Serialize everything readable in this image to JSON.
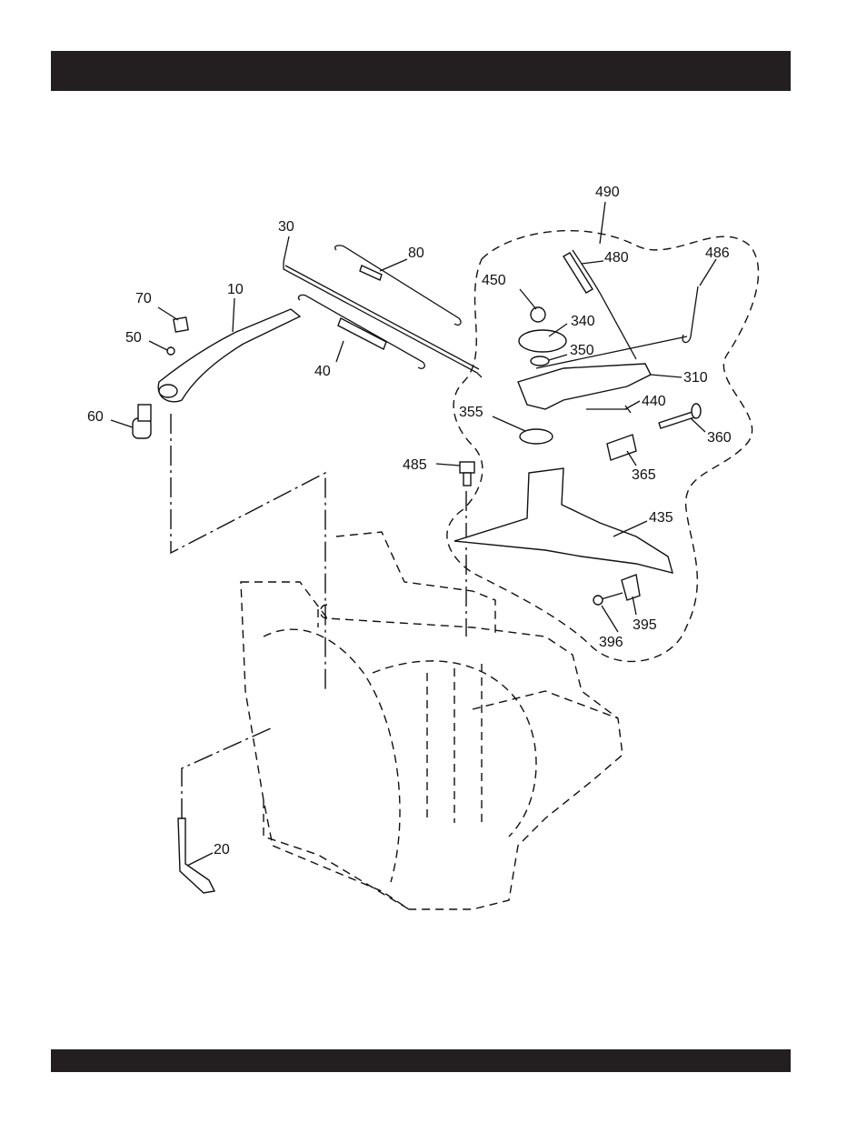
{
  "header": {
    "title": ""
  },
  "footer": {
    "text": ""
  },
  "callouts": {
    "c490": "490",
    "c30": "30",
    "c80": "80",
    "c480": "480",
    "c486": "486",
    "c70": "70",
    "c10": "10",
    "c450": "450",
    "c340": "340",
    "c50": "50",
    "c350": "350",
    "c310": "310",
    "c40": "40",
    "c440": "440",
    "c60": "60",
    "c355": "355",
    "c360": "360",
    "c485": "485",
    "c365": "365",
    "c435": "435",
    "c395": "395",
    "c396": "396",
    "c20": "20"
  }
}
